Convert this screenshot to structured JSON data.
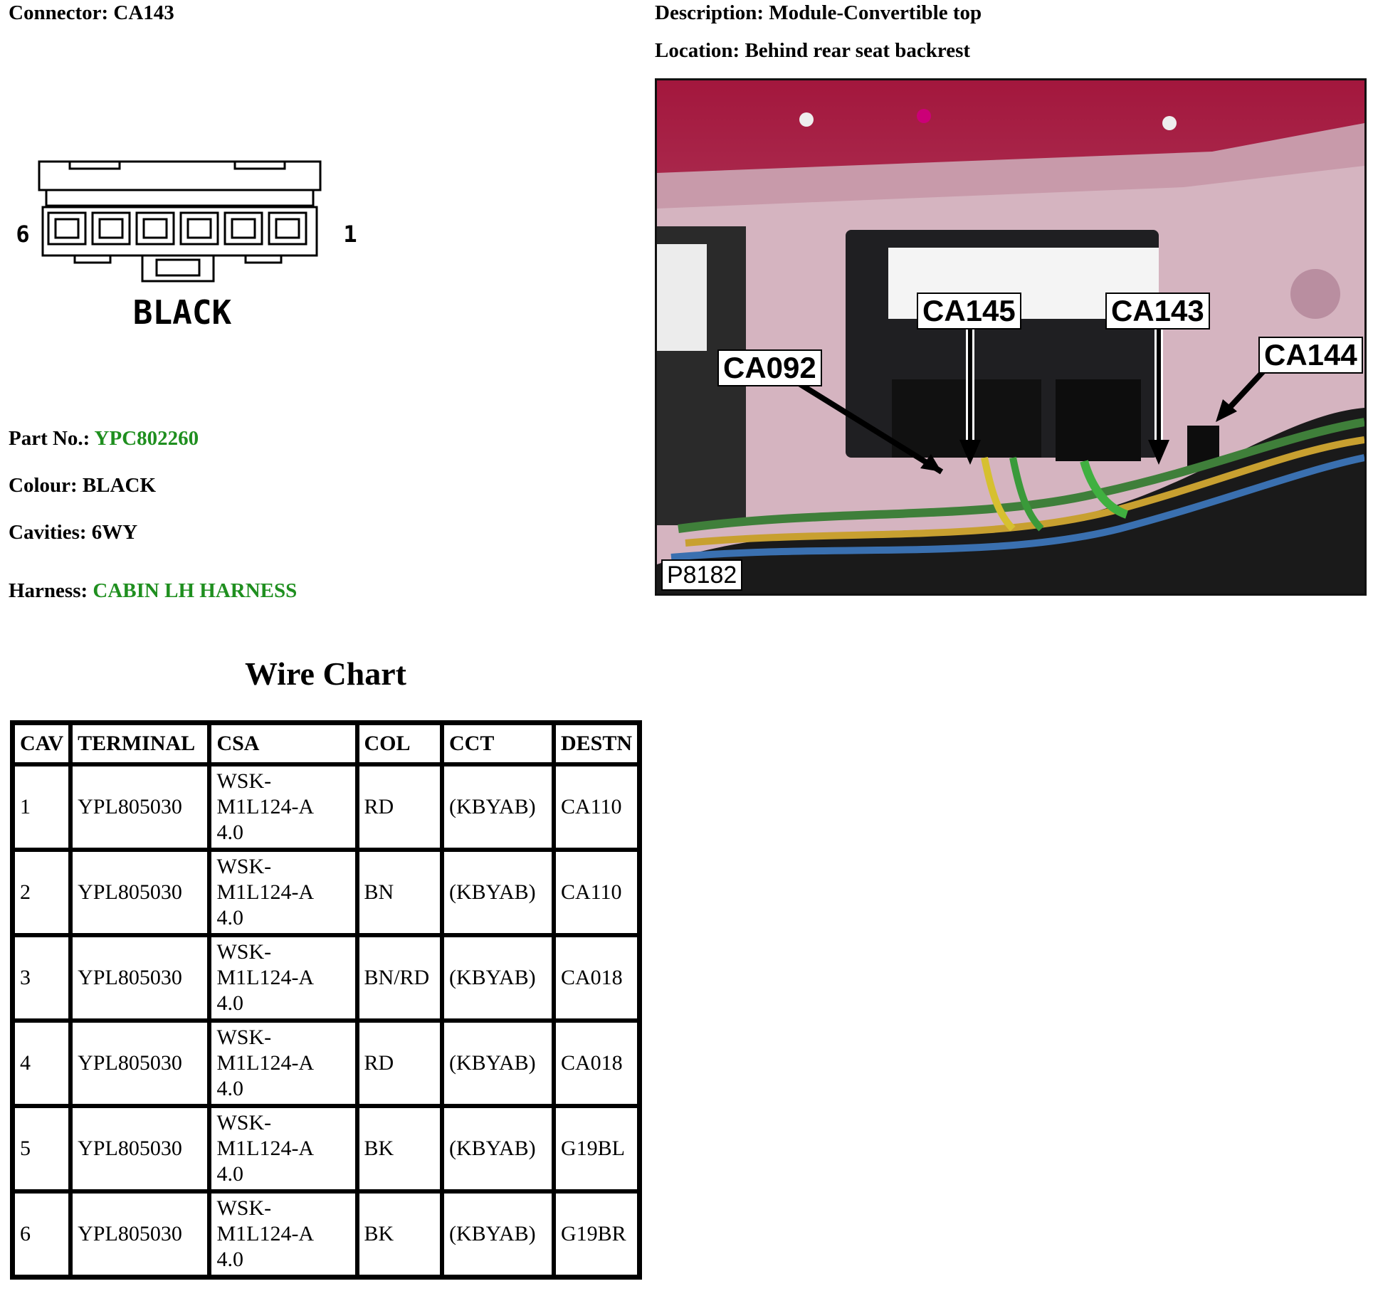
{
  "header": {
    "connector_label": "Connector:",
    "connector_value": "CA143",
    "description_label": "Description:",
    "description_value": "Module-Convertible top",
    "location_label": "Location:",
    "location_value": "Behind rear seat backrest"
  },
  "connector_drawing": {
    "left_pin": "6",
    "right_pin": "1",
    "colour_text": "BLACK"
  },
  "details": {
    "part_label": "Part No.:",
    "part_value": "YPC802260",
    "colour_label": "Colour:",
    "colour_value": "BLACK",
    "cavities_label": "Cavities:",
    "cavities_value": "6WY",
    "harness_label": "Harness:",
    "harness_value": "CABIN LH HARNESS",
    "link_color": "#1f8f1f"
  },
  "photo": {
    "callouts": [
      "CA145",
      "CA143",
      "CA092",
      "CA144"
    ],
    "code": "P8182"
  },
  "wire_chart": {
    "title": "Wire Chart",
    "headers": [
      "CAV",
      "TERMINAL",
      "CSA",
      "COL",
      "CCT",
      "DESTN"
    ],
    "rows": [
      [
        "1",
        "YPL805030",
        "WSK-\nM1L124-A\n4.0",
        "RD",
        "(KBYAB)",
        "CA110"
      ],
      [
        "2",
        "YPL805030",
        "WSK-\nM1L124-A\n4.0",
        "BN",
        "(KBYAB)",
        "CA110"
      ],
      [
        "3",
        "YPL805030",
        "WSK-\nM1L124-A\n4.0",
        "BN/RD",
        "(KBYAB)",
        "CA018"
      ],
      [
        "4",
        "YPL805030",
        "WSK-\nM1L124-A\n4.0",
        "RD",
        "(KBYAB)",
        "CA018"
      ],
      [
        "5",
        "YPL805030",
        "WSK-\nM1L124-A\n4.0",
        "BK",
        "(KBYAB)",
        "G19BL"
      ],
      [
        "6",
        "YPL805030",
        "WSK-\nM1L124-A\n4.0",
        "BK",
        "(KBYAB)",
        "G19BR"
      ]
    ]
  }
}
